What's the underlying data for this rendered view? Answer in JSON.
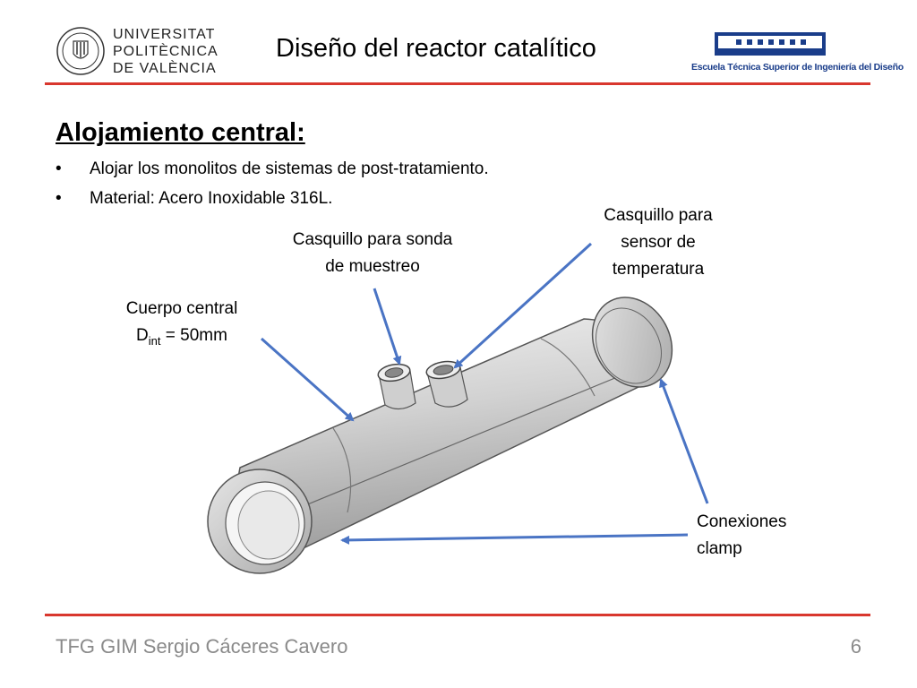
{
  "header": {
    "university_lines": [
      "UNIVERSITAT",
      "POLITÈCNICA",
      "DE VALÈNCIA"
    ],
    "title": "Diseño del reactor catalítico",
    "school_name": "Escuela Técnica Superior de Ingeniería del Diseño"
  },
  "content": {
    "heading": "Alojamiento central:",
    "bullet_char": "•",
    "bullets": [
      "Alojar los monolitos de sistemas de post-tratamiento.",
      "Material: Acero Inoxidable 316L."
    ]
  },
  "labels": {
    "sample_probe": [
      "Casquillo para sonda",
      "de muestreo"
    ],
    "temp_sensor": [
      "Casquillo para",
      "sensor de",
      "temperatura"
    ],
    "central_body": {
      "line1": "Cuerpo central",
      "d": "D",
      "sub": "int",
      "rest": " = 50mm"
    },
    "clamp": [
      "Conexiones",
      "clamp"
    ]
  },
  "footer": {
    "author": "TFG GIM Sergio Cáceres Cavero",
    "page_number": "6"
  },
  "colors": {
    "rule": "#d9372e",
    "arrow": "#4a74c4",
    "school_blue": "#1a3d8a",
    "footer_text": "#8a8a8a"
  }
}
